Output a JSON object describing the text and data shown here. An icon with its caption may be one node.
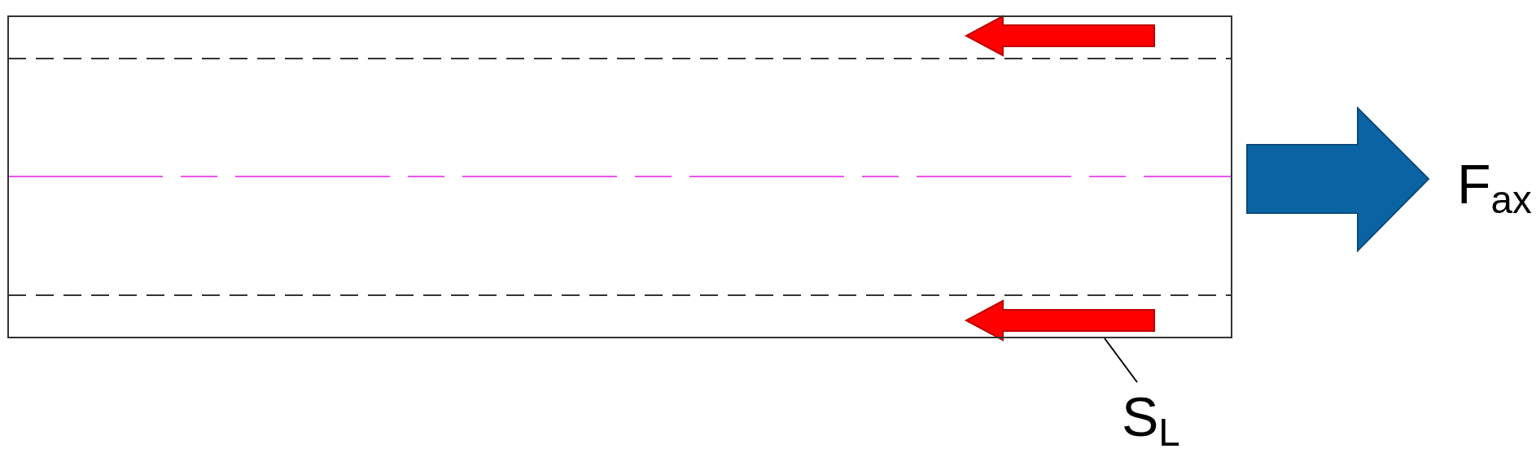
{
  "diagram": {
    "nodes": [
      {
        "text": [
          "S$_{L}$"
        ]
      },
      {
        "text": [],
        "shape": "box"
      }
    ],
    "edges": [
      {
        "from": 0,
        "to": 1,
        "arrow": "none"
      }
    ],
    "labels": [
      "F$_{ax}$"
    ]
  }
}
